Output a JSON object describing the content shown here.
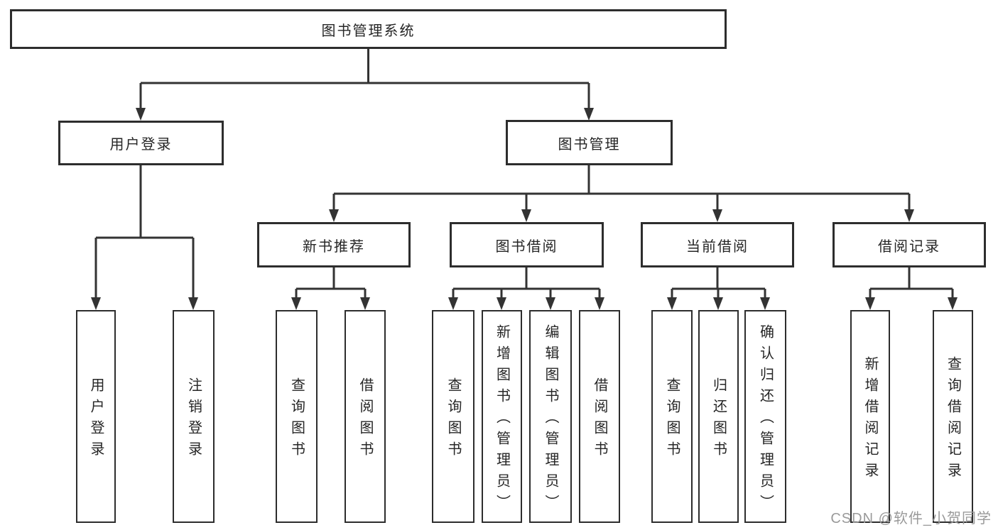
{
  "diagram": {
    "root": {
      "label": "图书管理系统"
    },
    "level2": [
      {
        "id": "user-login",
        "label": "用户登录"
      },
      {
        "id": "book-management",
        "label": "图书管理"
      }
    ],
    "level3": [
      {
        "id": "new-book-recommend",
        "label": "新书推荐"
      },
      {
        "id": "book-borrow",
        "label": "图书借阅"
      },
      {
        "id": "current-borrow",
        "label": "当前借阅"
      },
      {
        "id": "borrow-records",
        "label": "借阅记录"
      }
    ],
    "leaves": [
      {
        "id": "user-login",
        "label": "用户登录"
      },
      {
        "id": "logout",
        "label": "注销登录"
      },
      {
        "id": "query-book-recommend",
        "label": "查询图书"
      },
      {
        "id": "borrow-book-recommend",
        "label": "借阅图书"
      },
      {
        "id": "query-book-borrow",
        "label": "查询图书"
      },
      {
        "id": "add-book-admin",
        "label": "新增图书（管理员）"
      },
      {
        "id": "edit-book-admin",
        "label": "编辑图书（管理员）"
      },
      {
        "id": "borrow-book",
        "label": "借阅图书"
      },
      {
        "id": "query-book-current",
        "label": "查询图书"
      },
      {
        "id": "return-book",
        "label": "归还图书"
      },
      {
        "id": "confirm-return-admin",
        "label": "确认归还（管理员）"
      },
      {
        "id": "add-borrow-record",
        "label": "新增借阅记录"
      },
      {
        "id": "query-borrow-record",
        "label": "查询借阅记录"
      }
    ]
  },
  "watermark": {
    "text": "CSDN @软件_小贺同学"
  },
  "colors": {
    "line": "#333333",
    "border": "#2d2d2d",
    "text": "#262626",
    "background": "#ffffff",
    "watermark": "#9a9a9a"
  }
}
